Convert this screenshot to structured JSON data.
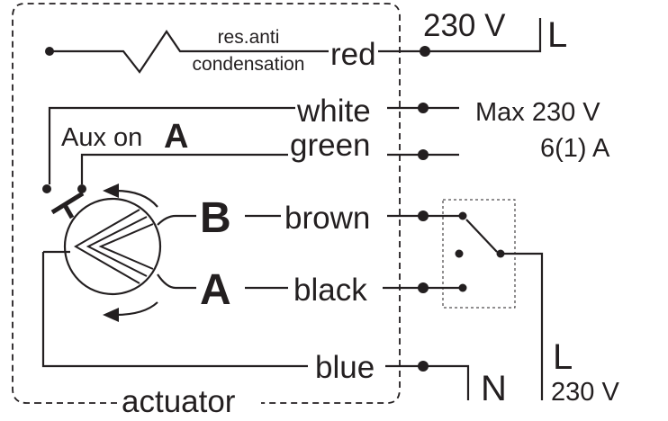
{
  "diagram": {
    "top_voltage": "230 V",
    "top_phase": "L",
    "heater_label_line1": "res.anti",
    "heater_label_line2": "condensation",
    "aux_prefix": "Aux on",
    "aux_letter": "A",
    "wires": {
      "red": "red",
      "white": "white",
      "green": "green",
      "brown": "brown",
      "black": "black",
      "blue": "blue"
    },
    "rating_voltage": "Max 230 V",
    "rating_current": "6(1) A",
    "direction_b": "B",
    "direction_a": "A",
    "neutral": "N",
    "bottom_phase": "L",
    "bottom_voltage": "230 V",
    "actuator_label": "actuator"
  }
}
